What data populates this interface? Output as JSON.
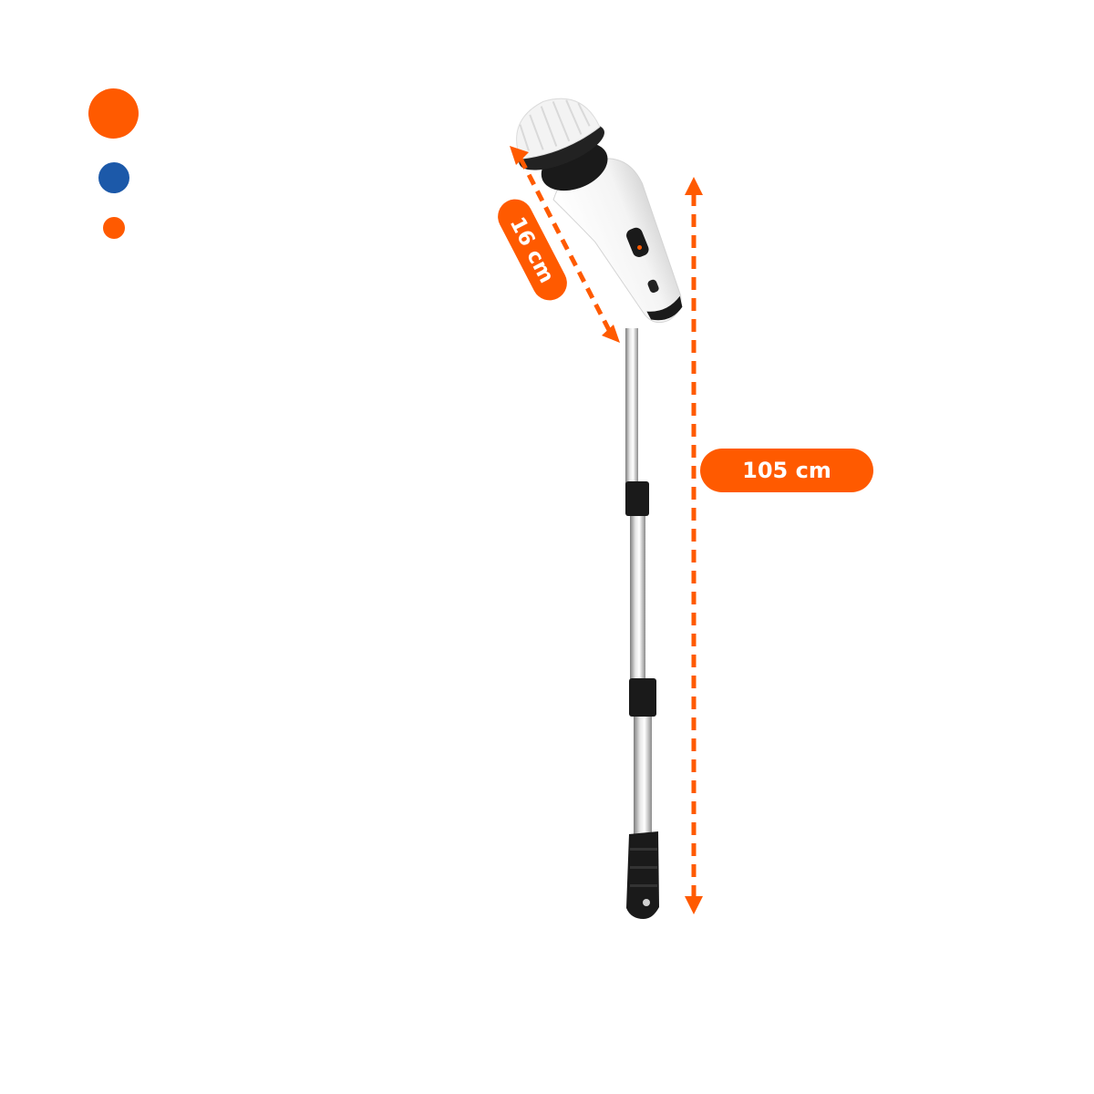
{
  "colors": {
    "accent": "#ff5a00",
    "secondary": "#1c59a9",
    "label_text": "#ffffff",
    "shaft": "#b9b9b9",
    "brush_body": "#ffffff",
    "dark_parts": "#1a1a1a"
  },
  "decor_dots": [
    {
      "name": "dot-large-orange",
      "color": "#ff5a00"
    },
    {
      "name": "dot-medium-blue",
      "color": "#1c59a9"
    },
    {
      "name": "dot-small-orange",
      "color": "#ff5a00"
    }
  ],
  "dimensions": {
    "head_length": {
      "label": "16 cm"
    },
    "total_length": {
      "label": "105 cm"
    }
  }
}
